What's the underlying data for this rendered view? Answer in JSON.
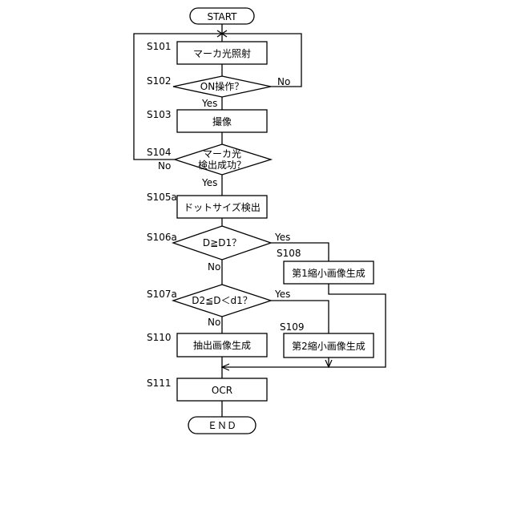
{
  "terminals": {
    "start": "START",
    "end": "ＥＮＤ"
  },
  "steps": {
    "s101": {
      "id": "S101",
      "text": "マーカ光照射"
    },
    "s102": {
      "id": "S102",
      "text": "ON操作？"
    },
    "s103": {
      "id": "S103",
      "text": "撮像"
    },
    "s104": {
      "id": "S104",
      "line1": "マーカ光",
      "line2": "検出成功？"
    },
    "s105a": {
      "id": "S105a",
      "text": "ドットサイズ検出"
    },
    "s106a": {
      "id": "S106a",
      "text": "D≧D1？"
    },
    "s107a": {
      "id": "S107a",
      "text": "D2≦D＜d1？"
    },
    "s108": {
      "id": "S108",
      "text": "第1縮小画像生成"
    },
    "s109": {
      "id": "S109",
      "text": "第2縮小画像生成"
    },
    "s110": {
      "id": "S110",
      "text": "抽出画像生成"
    },
    "s111": {
      "id": "S111",
      "text": "OCR"
    }
  },
  "branches": {
    "s102_no": "No",
    "s102_yes": "Yes",
    "s104_no": "No",
    "s104_yes": "Yes",
    "s106a_yes": "Yes",
    "s106a_no": "No",
    "s107a_yes": "Yes",
    "s107a_no": "No"
  }
}
